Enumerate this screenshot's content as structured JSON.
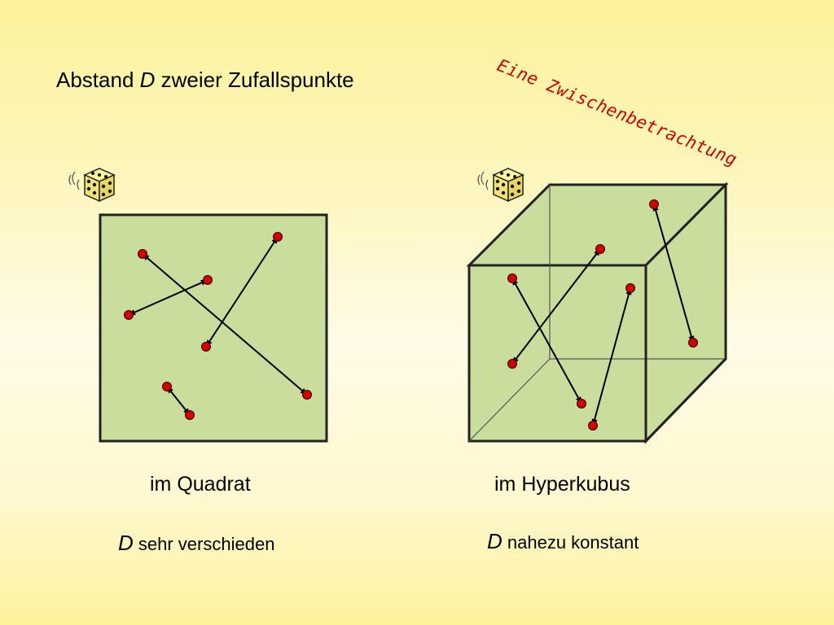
{
  "title": {
    "prefix": "Abstand ",
    "var": "D",
    "suffix": " zweier Zufallspunkte"
  },
  "annotation": "Eine Zwischenbetrachtung",
  "left": {
    "caption": "im Quadrat",
    "var": "D",
    "subtext": " sehr verschieden",
    "icon": "dice-icon"
  },
  "right": {
    "caption": "im Hyperkubus",
    "var": "D",
    "subtext": " nahezu konstant",
    "icon": "dice-icon"
  },
  "colors": {
    "box_fill": "#c9dd9c",
    "box_stroke": "#222222",
    "point": "#d40000",
    "annotation": "#cc0000"
  }
}
